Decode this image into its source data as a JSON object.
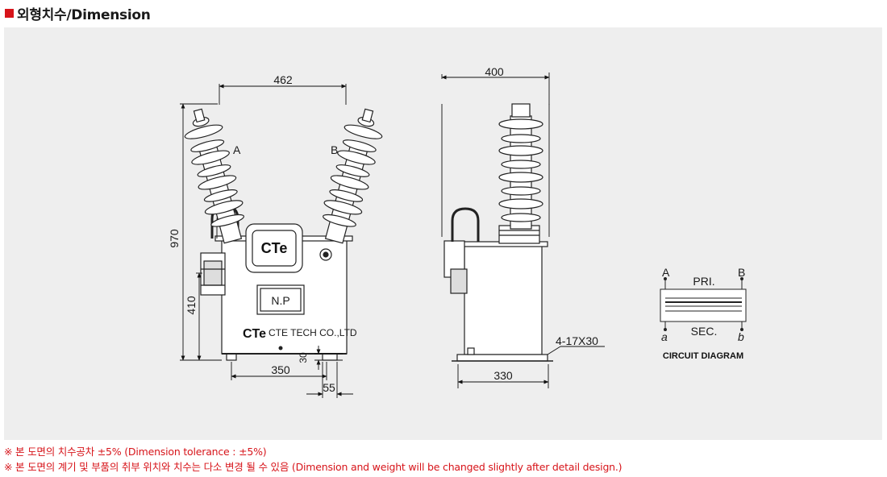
{
  "header": {
    "title": "외형치수/Dimension"
  },
  "front_view": {
    "dim_width": "462",
    "dim_height": "970",
    "dim_box_height": "410",
    "dim_base": "350",
    "dim_foot": "30",
    "dim_foot_width": "55",
    "label_a": "A",
    "label_b": "B",
    "badge_logo": "CTe",
    "nameplate": "N.P",
    "brand_logo": "CTe",
    "brand_text": "CTE TECH CO.,LTD"
  },
  "side_view": {
    "dim_width": "400",
    "dim_base": "330",
    "dim_holes": "4-17X30"
  },
  "circuit": {
    "terminal_a": "A",
    "terminal_b": "B",
    "primary": "PRI.",
    "secondary": "SEC.",
    "terminal_a2": "a",
    "terminal_b2": "b",
    "caption": "CIRCUIT DIAGRAM"
  },
  "notes": [
    "※ 본 도면의 치수공차 ±5% (Dimension tolerance : ±5%)",
    "※ 본 도면의 계기 및 부품의 취부 위치와 치수는 다소 변경 될 수 있음 (Dimension and weight will be changed slightly after detail design.)"
  ]
}
